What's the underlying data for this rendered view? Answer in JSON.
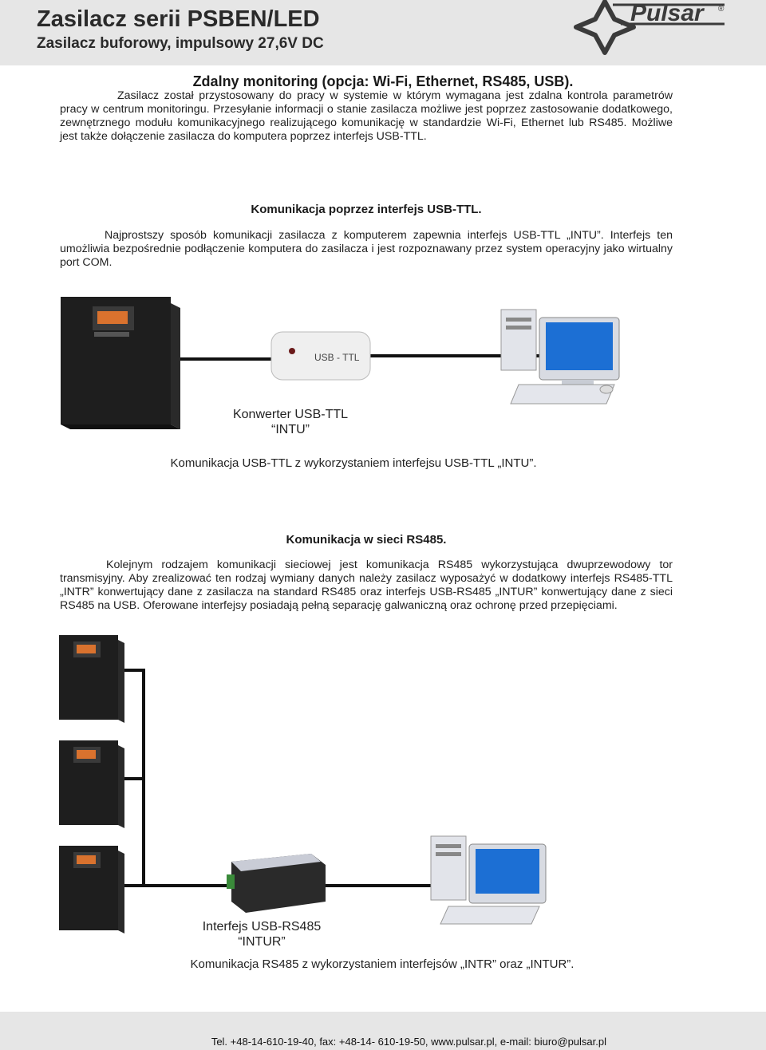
{
  "header": {
    "title": "Zasilacz serii PSBEN/LED",
    "subtitle": "Zasilacz buforowy, impulsowy 27,6V DC",
    "logo_text": "Pulsar",
    "logo_mark": "®"
  },
  "section1": {
    "title": "Zdalny monitoring (opcja: Wi-Fi, Ethernet, RS485, USB).",
    "paragraph": "Zasilacz został przystosowany do pracy w systemie w którym wymagana jest zdalna kontrola parametrów pracy w centrum monitoringu. Przesyłanie informacji o stanie zasilacza możliwe jest poprzez zastosowanie dodatkowego, zewnętrznego modułu komunikacyjnego realizującego komunikację w standardzie Wi-Fi, Ethernet lub RS485. Możliwe jest także dołączenie zasilacza do komputera poprzez interfejs USB-TTL."
  },
  "section2": {
    "title": "Komunikacja poprzez interfejs  USB-TTL.",
    "paragraph": "Najprostszy sposób komunikacji zasilacza z komputerem zapewnia interfejs USB-TTL „INTU”. Interfejs ten umożliwia bezpośrednie podłączenie komputera do zasilacza i jest rozpoznawany przez system operacyjny jako wirtualny port COM.",
    "device_label_line1": "Konwerter USB-TTL",
    "device_label_line2": "“INTU”",
    "caption": "Komunikacja USB-TTL z wykorzystaniem interfejsu USB-TTL „INTU”.",
    "dongle_text": "USB - TTL"
  },
  "section3": {
    "title": "Komunikacja w sieci RS485.",
    "paragraph": "Kolejnym rodzajem komunikacji sieciowej jest komunikacja RS485 wykorzystująca dwuprzewodowy tor transmisyjny. Aby zrealizować ten rodzaj wymiany danych należy zasilacz wyposażyć w dodatkowy interfejs RS485-TTL „INTR” konwertujący dane z zasilacza na standard RS485 oraz interfejs USB-RS485 „INTUR” konwertujący dane z sieci RS485 na USB. Oferowane interfejsy posiadają pełną separację galwaniczną oraz ochronę przed przepięciami.",
    "device_label_line1": "Interfejs USB-RS485",
    "device_label_line2": "“INTUR”",
    "caption": "Komunikacja RS485 z wykorzystaniem interfejsów „INTR” oraz „INTUR”."
  },
  "footer": {
    "contact": "Tel. +48-14-610-19-40,  fax: +48-14- 610-19-50,  www.pulsar.pl, e-mail: biuro@pulsar.pl"
  }
}
